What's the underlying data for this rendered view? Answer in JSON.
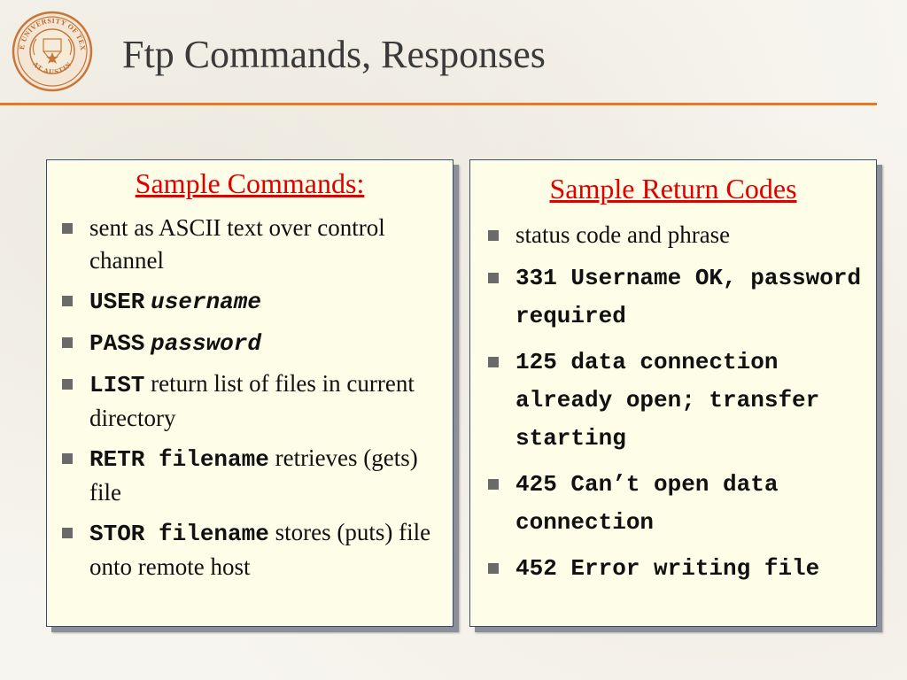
{
  "slide": {
    "title": "Ftp Commands, Responses",
    "accent_color": "#e87722",
    "heading_color": "#e00000"
  },
  "seal": {
    "icon": "university-seal-icon",
    "top_text": "THE UNIVERSITY OF TEXAS",
    "bottom_text": "AT AUSTIN"
  },
  "commands": {
    "heading": "Sample Commands:",
    "items": [
      {
        "text": "sent as ASCII text over control channel"
      },
      {
        "cmd": "USER",
        "arg": "username"
      },
      {
        "cmd": "PASS",
        "arg": "password"
      },
      {
        "cmd": "LIST",
        "desc": "return list of files in current directory"
      },
      {
        "cmd": "RETR filename",
        "desc": "retrieves (gets) file"
      },
      {
        "cmd": "STOR filename",
        "desc": "stores (puts) file onto remote host"
      }
    ]
  },
  "return_codes": {
    "heading": "Sample Return Codes",
    "items": [
      {
        "text": "status code and phrase"
      },
      {
        "code": "331 Username OK, password required"
      },
      {
        "code": "125 data connection already open; transfer starting"
      },
      {
        "code": "425 Can’t open data connection"
      },
      {
        "code": "452 Error writing file"
      }
    ]
  }
}
